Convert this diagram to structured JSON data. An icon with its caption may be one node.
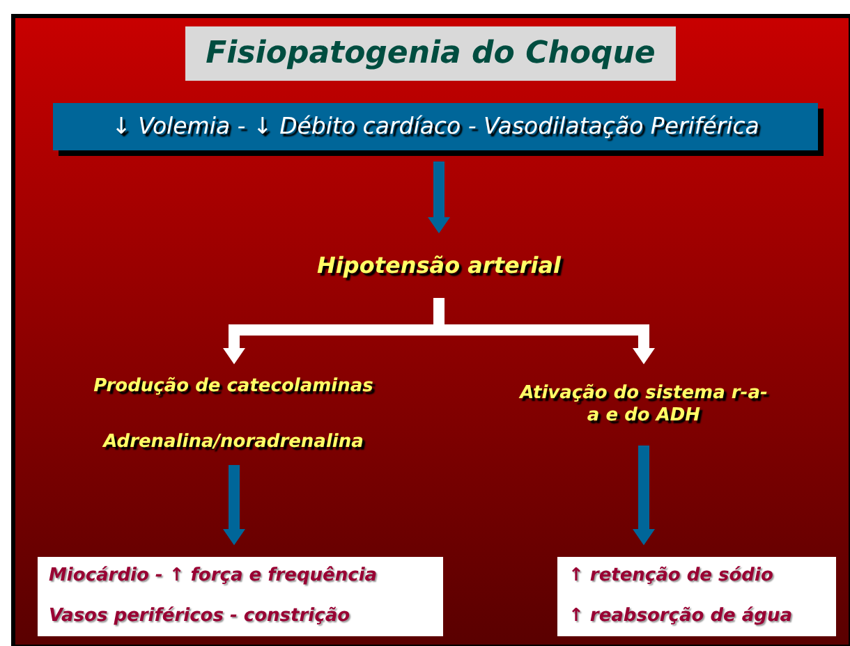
{
  "diagram": {
    "title": "Fisiopatogenia do Choque",
    "nodes": [
      {
        "text": [
          "↓ Volemia - ↓ Débito cardíaco - Vasodilatação Periférica"
        ]
      },
      {
        "text": [
          "Hipotensão arterial"
        ]
      },
      {
        "text": [
          "Produção de catecolaminas",
          "Adrenalina/noradrenalina"
        ]
      },
      {
        "text": [
          "Ativação do sistema r-a-a e do ADH"
        ]
      },
      {
        "text": [
          "Miocárdio - ↑ força e frequência",
          "Vasos periféricos - constrição"
        ]
      },
      {
        "text": [
          "↑ retenção de sódio",
          "↑ reabsorção de água"
        ]
      }
    ],
    "edges": [
      {
        "from": 0,
        "to": 1,
        "arrow": "to"
      },
      {
        "from": 1,
        "to": 2,
        "arrow": "to",
        "color": "#ffffff"
      },
      {
        "from": 1,
        "to": 3,
        "arrow": "to",
        "color": "#ffffff"
      },
      {
        "from": 2,
        "to": 4,
        "arrow": "to"
      },
      {
        "from": 3,
        "to": 5,
        "arrow": "to"
      }
    ]
  }
}
